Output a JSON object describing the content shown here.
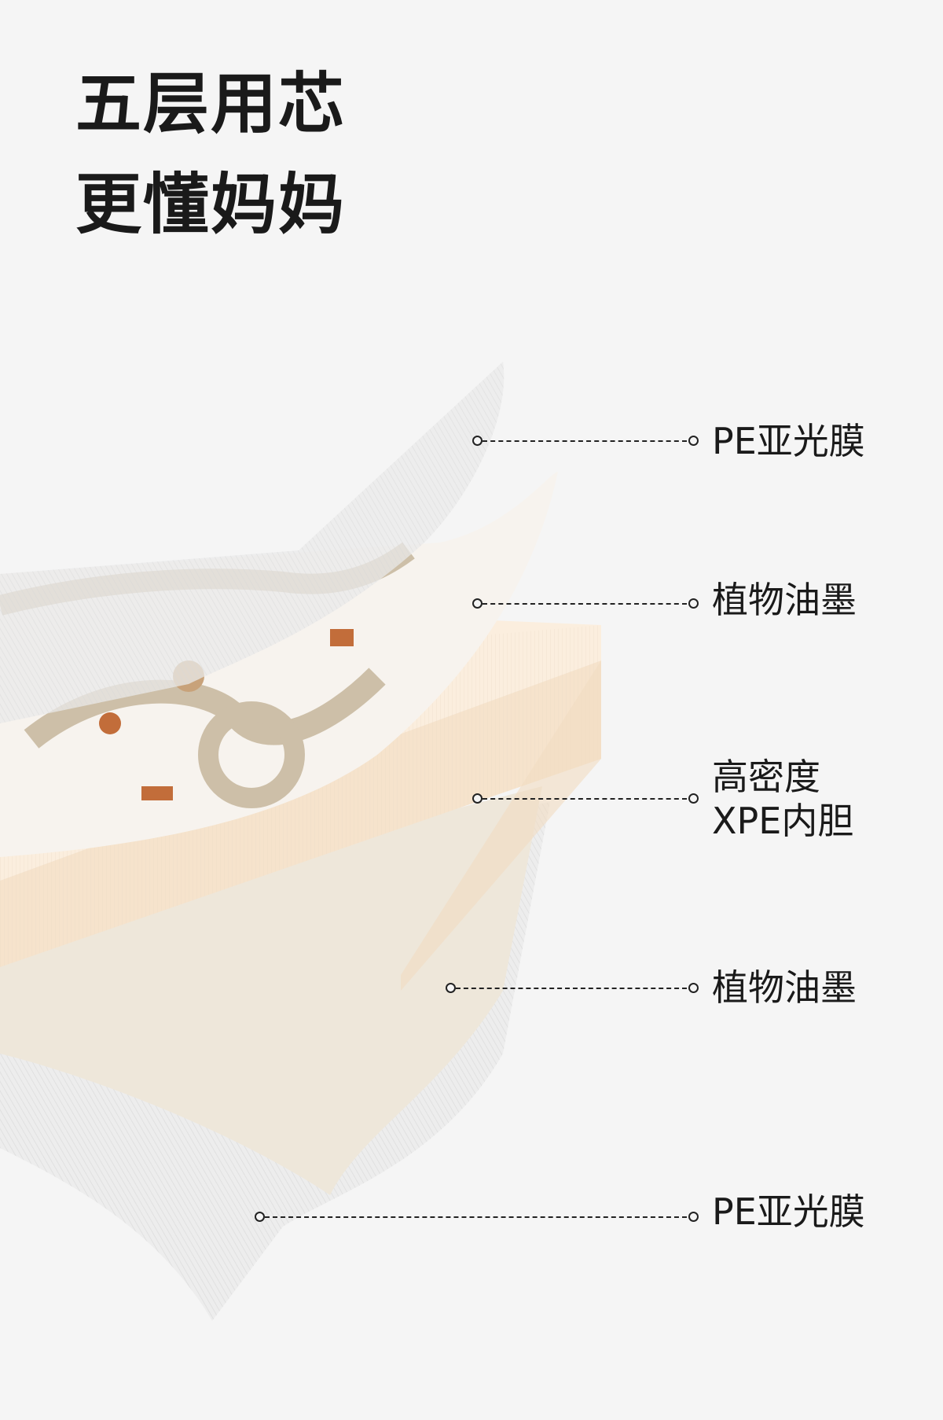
{
  "title": {
    "line1": "五层用芯",
    "line2": "更懂妈妈"
  },
  "layers": [
    {
      "label": "PE亚光膜"
    },
    {
      "label": "植物油墨"
    },
    {
      "label_line1": "高密度",
      "label_line2": "XPE内胆"
    },
    {
      "label": "植物油墨"
    },
    {
      "label": "PE亚光膜"
    }
  ],
  "colors": {
    "background": "#f5f5f5",
    "text": "#1a1a1a",
    "foam": "#f9e9d6",
    "print": "#c8a27a"
  }
}
